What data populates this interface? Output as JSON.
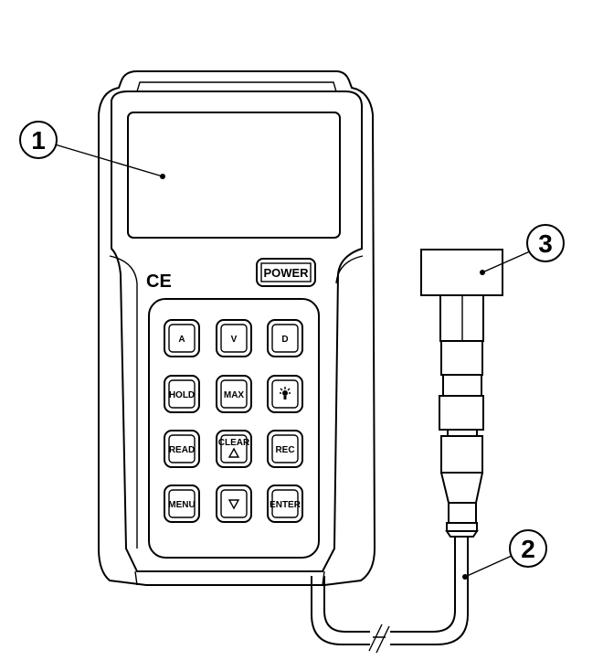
{
  "device": {
    "ce_mark": "CE",
    "power_label": "POWER",
    "keys": [
      [
        "A",
        "V",
        "D"
      ],
      [
        "HOLD",
        "MAX",
        "light-icon"
      ],
      [
        "READ",
        "CLEAR",
        "REC"
      ],
      [
        "MENU",
        "down-triangle-icon",
        "ENTER"
      ]
    ],
    "clear_sub_icon": "up-triangle-icon"
  },
  "callouts": [
    {
      "label": "1",
      "target": "display"
    },
    {
      "label": "2",
      "target": "cable"
    },
    {
      "label": "3",
      "target": "probe"
    }
  ]
}
